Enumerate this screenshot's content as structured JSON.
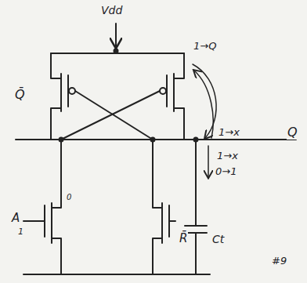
{
  "diagram": {
    "labels": [
      "Vdd",
      "Q̄",
      "Q",
      "1→Q",
      "1→x",
      "1→x",
      "0→1",
      "Ct",
      "A",
      "1",
      "R̄",
      "0",
      "#9"
    ]
  }
}
